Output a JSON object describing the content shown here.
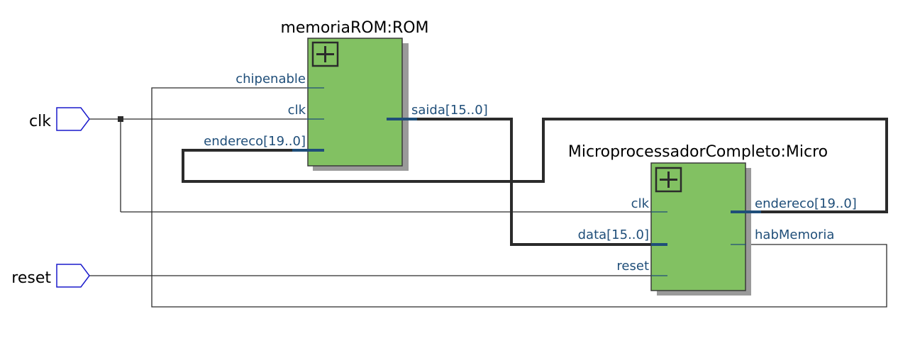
{
  "inputs": {
    "clk": {
      "label": "clk"
    },
    "reset": {
      "label": "reset"
    }
  },
  "rom": {
    "title": "memoriaROM:ROM",
    "ports": {
      "chipenable": "chipenable",
      "clk": "clk",
      "endereco": "endereco[19..0]",
      "saida": "saida[15..0]"
    }
  },
  "micro": {
    "title": "MicroprocessadorCompleto:Micro",
    "ports": {
      "clk": "clk",
      "data": "data[15..0]",
      "reset": "reset",
      "endereco": "endereco[19..0]",
      "habMemoria": "habMemoria"
    }
  },
  "colors": {
    "block_fill": "#82c162",
    "port_text": "#1f4e79",
    "pin_outline": "#1a1acc",
    "wire": "#2b2b2b"
  },
  "icons": {
    "expand": "plus-icon"
  }
}
